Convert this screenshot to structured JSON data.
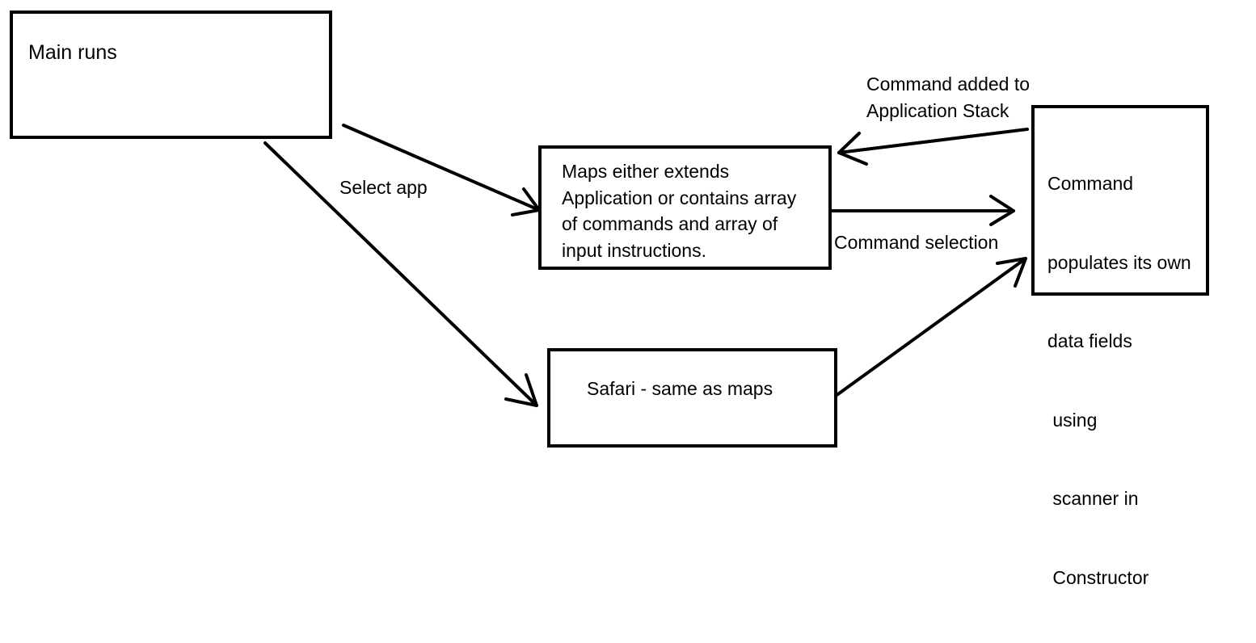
{
  "diagram": {
    "nodes": {
      "main": {
        "label": "Main runs"
      },
      "maps": {
        "lines": [
          "Maps either extends",
          "Application or contains array",
          "of commands and array of",
          "input instructions."
        ]
      },
      "safari": {
        "label": "Safari - same as maps"
      },
      "command": {
        "lines": [
          "Command",
          "populates its own",
          "data fields",
          " using",
          " scanner in",
          " Constructor"
        ]
      }
    },
    "edge_labels": {
      "select_app": "Select app",
      "command_selection": "Command selection",
      "command_added": [
        "Command added to",
        "Application Stack"
      ]
    },
    "edges": [
      {
        "from": "main",
        "to": "maps"
      },
      {
        "from": "main",
        "to": "safari",
        "label": "Select app"
      },
      {
        "from": "maps",
        "to": "command",
        "label": "Command selection"
      },
      {
        "from": "safari",
        "to": "command"
      },
      {
        "from": "command",
        "to": "maps",
        "label": "Command added to Application Stack"
      }
    ]
  }
}
